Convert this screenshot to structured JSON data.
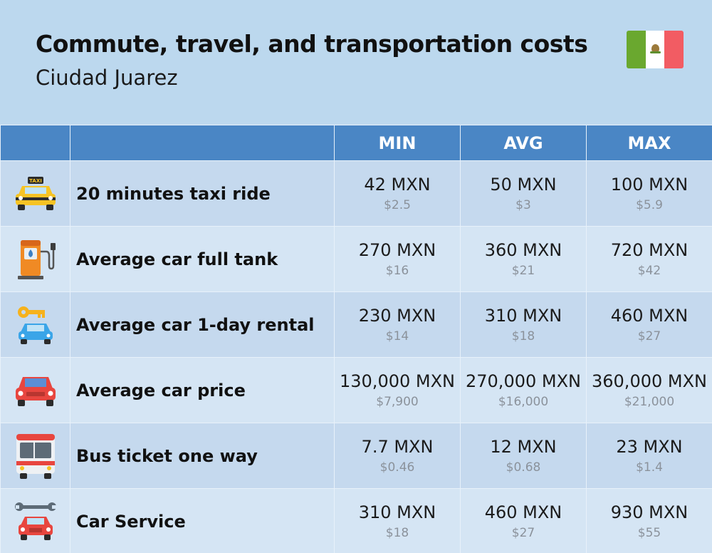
{
  "title": "Commute, travel, and transportation costs",
  "subtitle": "Ciudad Juarez",
  "flag_colors": {
    "green": "#6aa82f",
    "white": "#ffffff",
    "red": "#f25c63"
  },
  "colors": {
    "header_bg": "#4a86c5",
    "row_odd": "#c5d9ee",
    "row_even": "#d5e5f4",
    "page_bg": "#bcd8ee"
  },
  "chart_data": {
    "type": "table",
    "columns": [
      "MIN",
      "AVG",
      "MAX"
    ],
    "rows": [
      {
        "icon": "taxi-icon",
        "label": "20 minutes taxi ride",
        "taxi_sign": "TAXI",
        "min": "42 MXN",
        "min_usd": "$2.5",
        "avg": "50 MXN",
        "avg_usd": "$3",
        "max": "100 MXN",
        "max_usd": "$5.9"
      },
      {
        "icon": "fuel-pump-icon",
        "label": "Average car full tank",
        "min": "270 MXN",
        "min_usd": "$16",
        "avg": "360 MXN",
        "avg_usd": "$21",
        "max": "720 MXN",
        "max_usd": "$42"
      },
      {
        "icon": "car-key-icon",
        "label": "Average car 1-day rental",
        "min": "230 MXN",
        "min_usd": "$14",
        "avg": "310 MXN",
        "avg_usd": "$18",
        "max": "460 MXN",
        "max_usd": "$27"
      },
      {
        "icon": "car-icon",
        "label": "Average car price",
        "min": "130,000 MXN",
        "min_usd": "$7,900",
        "avg": "270,000 MXN",
        "avg_usd": "$16,000",
        "max": "360,000 MXN",
        "max_usd": "$21,000"
      },
      {
        "icon": "bus-icon",
        "label": "Bus ticket one way",
        "min": "7.7 MXN",
        "min_usd": "$0.46",
        "avg": "12 MXN",
        "avg_usd": "$0.68",
        "max": "23 MXN",
        "max_usd": "$1.4"
      },
      {
        "icon": "wrench-car-icon",
        "label": "Car Service",
        "min": "310 MXN",
        "min_usd": "$18",
        "avg": "460 MXN",
        "avg_usd": "$27",
        "max": "930 MXN",
        "max_usd": "$55"
      }
    ]
  }
}
